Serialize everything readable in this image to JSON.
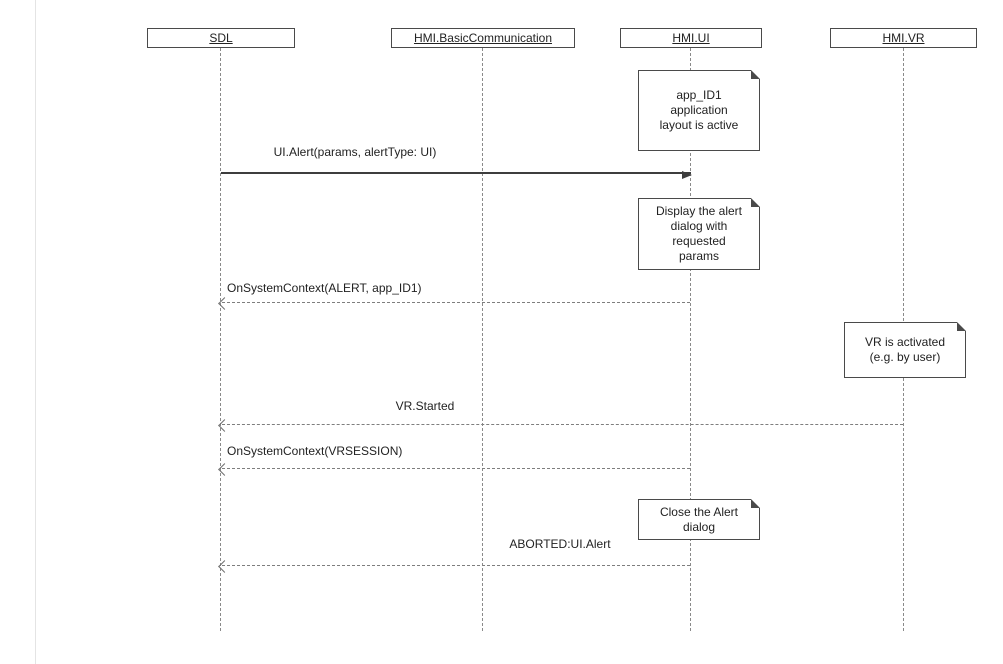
{
  "diagram": {
    "colors": {
      "background": "#ffffff",
      "line": "#4a4a4a",
      "dashed_line": "#7e7e7e"
    }
  },
  "lifelines": [
    {
      "label": "SDL"
    },
    {
      "label": "HMI.BasicCommunication"
    },
    {
      "label": "HMI.UI"
    },
    {
      "label": "HMI.VR"
    }
  ],
  "notes": [
    {
      "anchor": "HMI.UI",
      "lines": [
        "app_ID1",
        "application",
        "layout is active"
      ]
    },
    {
      "anchor": "HMI.UI",
      "lines": [
        "Display the alert",
        "dialog with",
        "requested",
        "params"
      ]
    },
    {
      "anchor": "HMI.VR",
      "lines": [
        "VR is activated",
        "(e.g. by user)"
      ]
    },
    {
      "anchor": "HMI.UI",
      "lines": [
        "Close the Alert",
        "dialog"
      ]
    }
  ],
  "messages": [
    {
      "label": "UI.Alert(params, alertType: UI)",
      "from": "SDL",
      "to": "HMI.UI",
      "line": "solid",
      "arrowhead": "filled"
    },
    {
      "label": "OnSystemContext(ALERT, app_ID1)",
      "from": "HMI.UI",
      "to": "SDL",
      "line": "dashed",
      "arrowhead": "open"
    },
    {
      "label": "VR.Started",
      "from": "HMI.VR",
      "to": "SDL",
      "line": "dashed",
      "arrowhead": "open"
    },
    {
      "label": "OnSystemContext(VRSESSION)",
      "from": "HMI.UI",
      "to": "SDL",
      "line": "dashed",
      "arrowhead": "open"
    },
    {
      "label": "ABORTED:UI.Alert",
      "from": "HMI.UI",
      "to": "SDL",
      "line": "dashed",
      "arrowhead": "open"
    }
  ]
}
